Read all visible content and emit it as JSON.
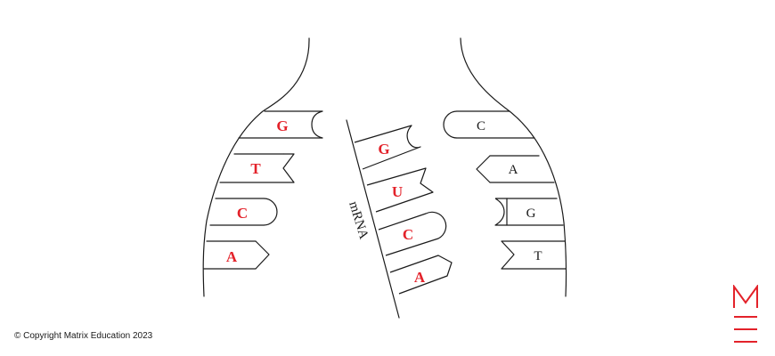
{
  "colors": {
    "accent_red": "#e3222a",
    "line": "#1a1a1a"
  },
  "left_strand": {
    "bases": [
      "G",
      "T",
      "C",
      "A"
    ]
  },
  "mrna": {
    "label": "mRNA",
    "bases": [
      "G",
      "U",
      "C",
      "A"
    ]
  },
  "right_strand": {
    "bases": [
      "C",
      "A",
      "G",
      "T"
    ]
  },
  "footer": {
    "copyright": "© Copyright Matrix Education 2023",
    "logo_icon": "matrix-m-logo-icon"
  }
}
